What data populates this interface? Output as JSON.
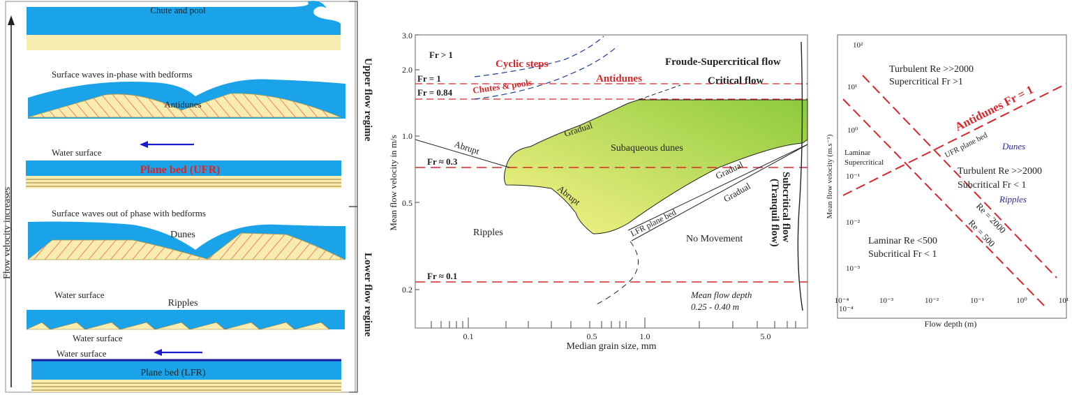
{
  "colors": {
    "water": "#1aa3e8",
    "sand": "#f8ecae",
    "hatch": "#e8534a",
    "red": "#d9262b",
    "arrow": "#1a1ad0",
    "dark_blue_line": "#1b1b9e",
    "dunes_fill_start": "#faf48a",
    "dunes_fill_end": "#8cca3c"
  },
  "left_panel": {
    "axis_label": "Flow velocity increases",
    "upper_regime": "Upper flow regime",
    "lower_regime": "Lower flow regime",
    "chute": "Chute and pool",
    "surface_in_phase": "Surface waves in-phase with bedforms",
    "antidunes": "Antidunes",
    "water_surface_1": "Water surface",
    "plane_bed_ufr": "Plane bed (UFR)",
    "surface_out_phase": "Surface waves out of phase with bedforms",
    "dunes": "Dunes",
    "water_surface_2": "Water surface",
    "ripples": "Ripples",
    "water_surface_3": "Water surface",
    "water_surface_4": "Water surface",
    "plane_bed_lfr": "Plane bed (LFR)"
  },
  "middle_chart": {
    "ylabel": "Mean flow velocity in m/s",
    "xlabel": "Median grain size, mm",
    "y_ticks": [
      "3.0",
      "2.0",
      "1.0",
      "0.5",
      "0.2"
    ],
    "x_ticks": [
      "0.1",
      "0.5",
      "1.0",
      "5.0"
    ],
    "fr_gt1": "Fr > 1",
    "fr_1": "Fr = 1",
    "fr_084": "Fr = 0.84",
    "fr_03": "Fr ≈ 0.3",
    "fr_01": "Fr ≈ 0.1",
    "cyclic_steps": "Cyclic steps",
    "chutes_pools": "Chutes & pools",
    "antidunes": "Antidunes",
    "supercritical": "Froude-Supercritical flow",
    "critical": "Critical flow",
    "gradual_1": "Gradual",
    "subaqueous_dunes": "Subaqueous dunes",
    "abrupt_1": "Abrupt",
    "abrupt_2": "Abrupt",
    "gradual_2": "Gradual",
    "gradual_3": "Gradual",
    "lfr_plane": "LFR plane bed",
    "ripples": "Ripples",
    "no_movement": "No Movement",
    "subcritical_1": "Subcritical flow",
    "subcritical_2": "(Tranquil flow)",
    "depth_1": "Mean flow depth",
    "depth_2": "0.25 - 0.40 m"
  },
  "right_chart": {
    "ylabel": "Mean flow velocity (m.s⁻¹)",
    "xlabel": "Flow depth (m)",
    "y_ticks": [
      "10²",
      "10¹",
      "10⁰",
      "10⁻¹",
      "10⁻²",
      "10⁻³",
      "10⁻⁴"
    ],
    "x_ticks": [
      "10⁻⁴",
      "10⁻³",
      "10⁻²",
      "10⁻¹",
      "10⁰",
      "10¹"
    ],
    "turb_super_1": "Turbulent Re >>2000",
    "turb_super_2": "Supercritical Fr >1",
    "antidunes_fr1": "Antidunes Fr = 1",
    "ufr": "UFR plane bed",
    "dunes": "Dunes",
    "laminar_super_1": "Laminar",
    "laminar_super_2": "Supercritical",
    "turb_sub_1": "Turbulent Re >>2000",
    "turb_sub_2": "Subcritical Fr < 1",
    "ripples": "Ripples",
    "re2000": "Re = 2000",
    "re500": "Re = 500",
    "lam_sub_1": "Laminar Re <500",
    "lam_sub_2": "Subcritical Fr < 1"
  }
}
